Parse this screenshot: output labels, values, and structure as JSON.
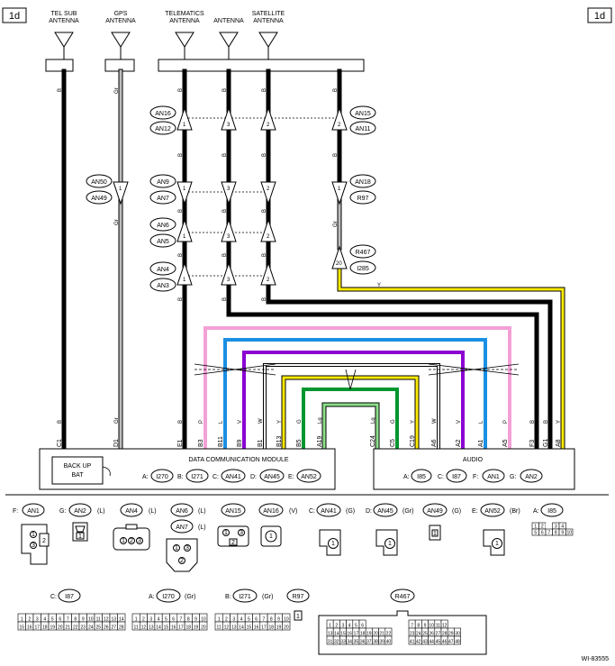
{
  "page": {
    "corner_left": "1d",
    "corner_right": "1d",
    "figure_id": "WI-83555"
  },
  "antennas": [
    {
      "line1": "TEL SUB",
      "line2": "ANTENNA"
    },
    {
      "line1": "GPS",
      "line2": "ANTENNA"
    },
    {
      "line1": "TELEMATICS",
      "line2": "ANTENNA"
    },
    {
      "line1": "ANTENNA",
      "line2": ""
    },
    {
      "line1": "SATELLITE",
      "line2": "ANTENNA"
    }
  ],
  "connectors": {
    "an16": "AN16",
    "an12": "AN12",
    "an15": "AN15",
    "an11": "AN11",
    "an50": "AN50",
    "an49": "AN49",
    "an9": "AN9",
    "an7": "AN7",
    "an18": "AN18",
    "r97": "R97",
    "an6": "AN6",
    "an5": "AN5",
    "r467": "R467",
    "i285": "I285",
    "an4": "AN4",
    "an3": "AN3"
  },
  "wire_colors": {
    "b": "B",
    "gr": "Gr",
    "y": "Y",
    "p": "P",
    "l": "L",
    "v": "V",
    "w": "W",
    "lg": "Lg",
    "g": "G"
  },
  "pin_numbers": {
    "p1": "1",
    "p2": "2",
    "p3": "3",
    "p20": "20"
  },
  "dcm": {
    "title": "DATA COMMUNICATION MODULE",
    "backup_line1": "BACK UP",
    "backup_line2": "BAT",
    "conn_a_prefix": "A:",
    "conn_a": "I270",
    "conn_b_prefix": "B:",
    "conn_b": "I271",
    "conn_c_prefix": "C:",
    "conn_c": "AN41",
    "conn_d_prefix": "D:",
    "conn_d": "AN45",
    "conn_e_prefix": "E:",
    "conn_e": "AN52",
    "pins": [
      "C1",
      "D1",
      "E1",
      "B3",
      "B11",
      "B9",
      "B1",
      "B13",
      "B5",
      "A19",
      "C24",
      "C5",
      "C19",
      "A6",
      "A2",
      "A1",
      "A5",
      "F3",
      "G1",
      "A8"
    ]
  },
  "audio": {
    "title": "AUDIO",
    "conn_a_prefix": "A:",
    "conn_a": "I85",
    "conn_c_prefix": "C:",
    "conn_c": "I87",
    "conn_f_prefix": "F:",
    "conn_f": "AN1",
    "conn_g_prefix": "G:",
    "conn_g": "AN2"
  },
  "legend": {
    "row1": [
      {
        "prefix": "F:",
        "name": "AN1",
        "color": ""
      },
      {
        "prefix": "G:",
        "name": "AN2",
        "color": "(L)"
      },
      {
        "prefix": "",
        "name": "AN4",
        "color": "(L)"
      },
      {
        "prefix": "",
        "name": "AN6",
        "color": "(L)"
      },
      {
        "prefix": "",
        "name": "AN7",
        "color": "(L)"
      },
      {
        "prefix": "",
        "name": "AN15",
        "color": ""
      },
      {
        "prefix": "",
        "name": "AN16",
        "color": "(V)"
      },
      {
        "prefix": "C:",
        "name": "AN41",
        "color": "(G)"
      },
      {
        "prefix": "D:",
        "name": "AN45",
        "color": "(Gr)"
      },
      {
        "prefix": "",
        "name": "AN49",
        "color": "(G)"
      },
      {
        "prefix": "E:",
        "name": "AN52",
        "color": "(Br)"
      },
      {
        "prefix": "A:",
        "name": "I85",
        "color": ""
      }
    ],
    "row2": [
      {
        "prefix": "C:",
        "name": "I87",
        "color": ""
      },
      {
        "prefix": "A:",
        "name": "I270",
        "color": "(Gr)"
      },
      {
        "prefix": "B:",
        "name": "I271",
        "color": "(Gr)"
      },
      {
        "prefix": "",
        "name": "R97",
        "color": ""
      },
      {
        "prefix": "",
        "name": "R467",
        "color": ""
      }
    ]
  },
  "grids": {
    "i85": [
      [
        "1",
        "2",
        "",
        "3",
        "4"
      ],
      [
        "5",
        "6",
        "7",
        "8",
        "9",
        "10"
      ]
    ],
    "i87": [
      [
        "1",
        "2",
        "3",
        "4",
        "5",
        "6",
        "7",
        "8",
        "9",
        "10",
        "11",
        "12",
        "13",
        "14"
      ],
      [
        "15",
        "16",
        "17",
        "18",
        "19",
        "20",
        "21",
        "22",
        "23",
        "24",
        "25",
        "26",
        "27",
        "28"
      ]
    ],
    "i270": [
      [
        "1",
        "2",
        "3",
        "4",
        "5",
        "6",
        "7",
        "8",
        "9",
        "10"
      ],
      [
        "11",
        "12",
        "13",
        "14",
        "15",
        "16",
        "17",
        "18",
        "19",
        "20"
      ]
    ],
    "i271": [
      [
        "1",
        "2",
        "3",
        "4",
        "5",
        "6",
        "7",
        "8",
        "9",
        "10"
      ],
      [
        "11",
        "12",
        "13",
        "14",
        "15",
        "16",
        "17",
        "18",
        "19",
        "20"
      ]
    ],
    "r467a": [
      [
        "1",
        "2",
        "3",
        "4",
        "5",
        "6"
      ],
      [
        "13",
        "14",
        "15",
        "16",
        "17",
        "18",
        "19",
        "20",
        "21",
        "22"
      ],
      [
        "31",
        "32",
        "33",
        "34",
        "35",
        "36",
        "37",
        "38",
        "39",
        "40"
      ]
    ],
    "r467b": [
      [
        "7",
        "8",
        "9",
        "10",
        "11",
        "12"
      ],
      [
        "23",
        "24",
        "25",
        "26",
        "27",
        "28",
        "29",
        "30"
      ],
      [
        "41",
        "42",
        "43",
        "44",
        "45",
        "46",
        "47",
        "48"
      ]
    ]
  },
  "colors": {
    "black": "#000000",
    "gray": "#bdbdbd",
    "yellow": "#ffeb00",
    "pink": "#f3a0d6",
    "blue": "#1a8fe3",
    "violet": "#8a00d2",
    "white_wire": "#ffffff",
    "green": "#00962f",
    "light_green": "#8de08a"
  }
}
